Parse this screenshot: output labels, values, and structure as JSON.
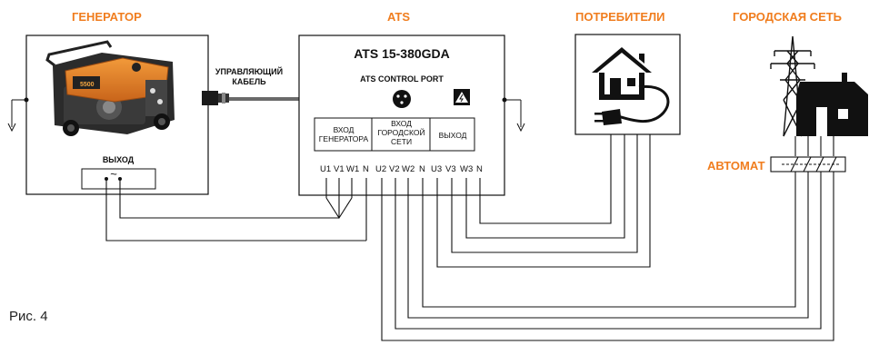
{
  "headers": {
    "generator": "ГЕНЕРАТОР",
    "ats": "ATS",
    "consumers": "ПОТРЕБИТЕЛИ",
    "city_grid": "ГОРОДСКАЯ СЕТЬ"
  },
  "generator": {
    "output_label": "ВЫХОД",
    "output_symbol": "~",
    "brand_badge": "5500"
  },
  "cable": {
    "label_line1": "УПРАВЛЯЮЩИЙ",
    "label_line2": "КАБЕЛЬ"
  },
  "ats_box": {
    "model": "ATS 15-380GDA",
    "control_port": "ATS CONTROL PORT",
    "sections": {
      "generator_input": "ВХОД ГЕНЕРАТОРА",
      "city_input": "ВХОД ГОРОДСКОЙ СЕТИ",
      "output": "ВЫХОД"
    },
    "terminals": [
      "U1",
      "V1",
      "W1",
      "N",
      "U2",
      "V2",
      "W2",
      "N",
      "U3",
      "V3",
      "W3",
      "N"
    ]
  },
  "breaker": {
    "label": "АВТОМАТ"
  },
  "figure_caption": "Рис. 4",
  "colors": {
    "accent": "#f07d1e",
    "line": "#111111"
  },
  "icons": [
    "house-plug-icon",
    "power-tower-house-icon",
    "ground-icon",
    "warning-icon",
    "generator-image"
  ]
}
